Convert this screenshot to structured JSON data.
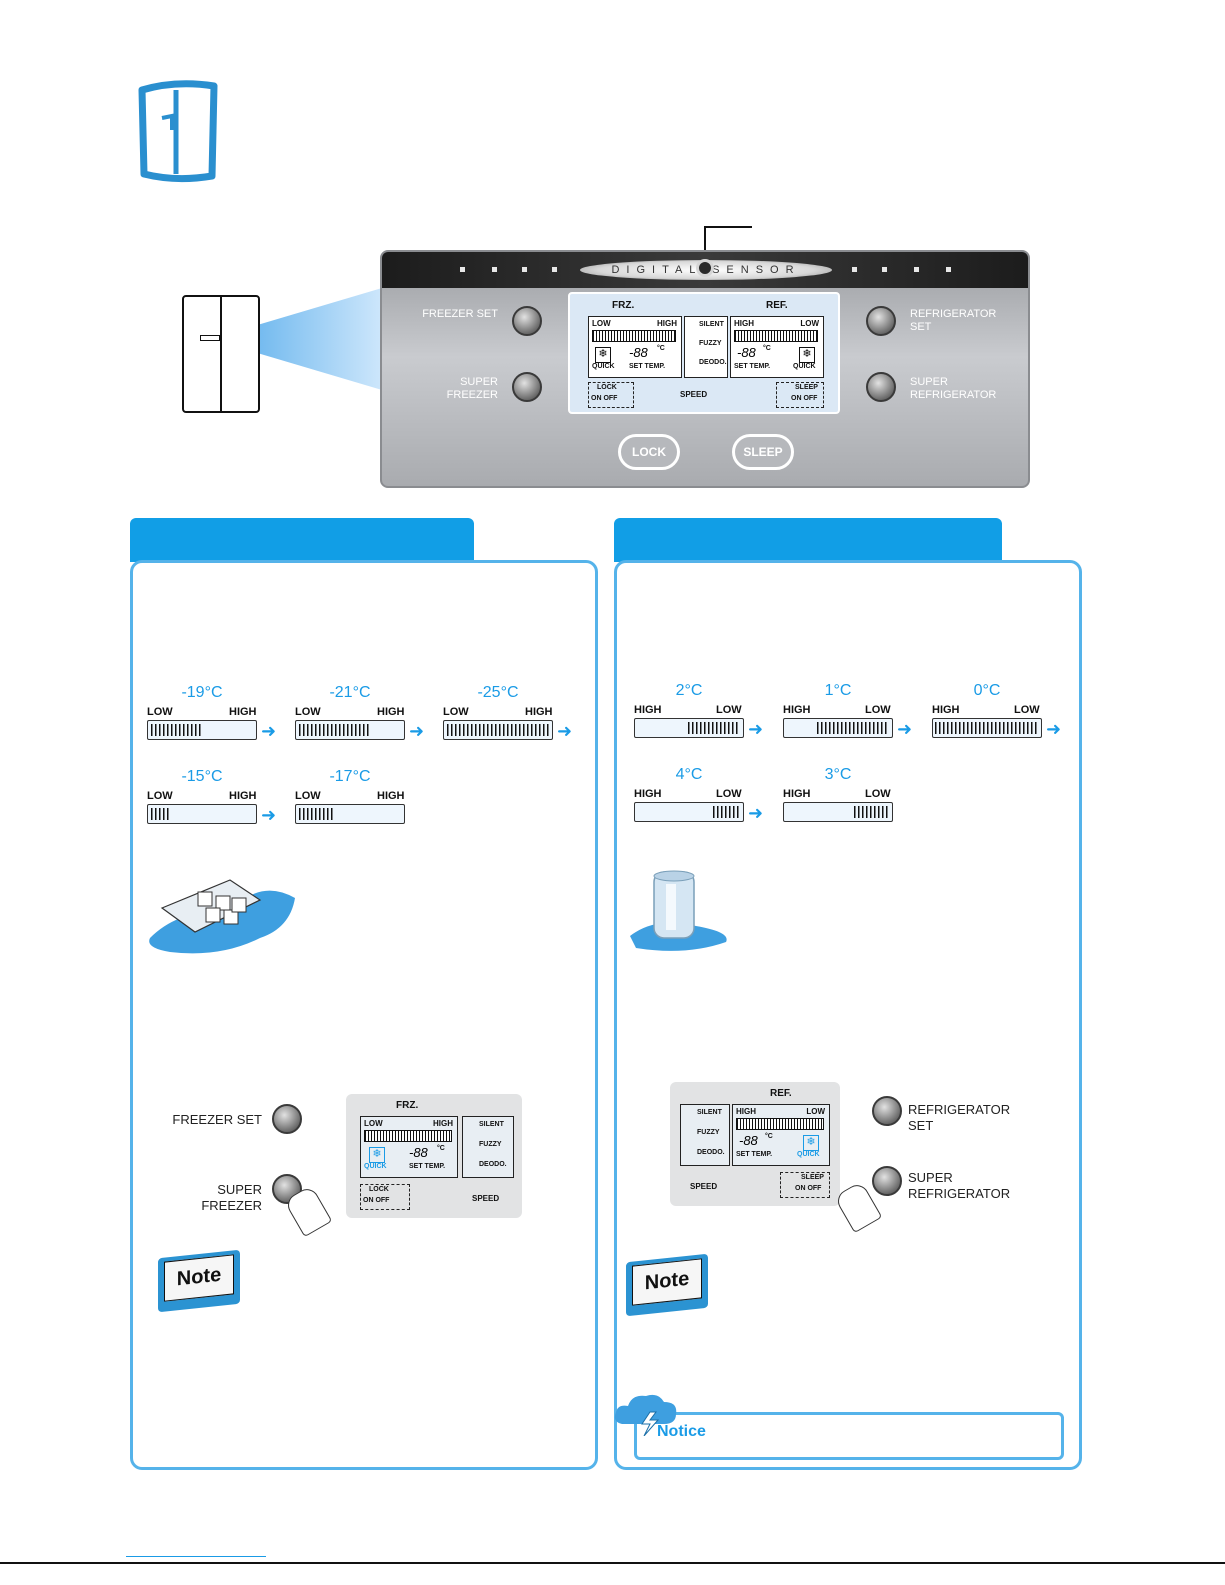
{
  "panel": {
    "sensor_label": "DIGITAL   SENSOR",
    "freezer_set": "FREEZER SET",
    "super_freezer": "SUPER FREEZER",
    "refrigerator_set": "REFRIGERATOR SET",
    "super_refrigerator": "SUPER REFRIGERATOR",
    "lock": "LOCK",
    "sleep": "SLEEP",
    "lcd": {
      "frz": "FRZ.",
      "ref": "REF.",
      "low": "LOW",
      "high": "HIGH",
      "silent": "SILENT",
      "fuzzy": "FUZZY",
      "deodo": "DEODO.",
      "quick": "QUICK",
      "temp": "-88",
      "unit": "°C",
      "set_temp": "SET TEMP.",
      "lock_label": "LOCK",
      "on_off": "ON OFF",
      "speed": "SPEED",
      "sleep_label": "SLEEP"
    }
  },
  "freezer_section": {
    "steps_row1": [
      {
        "temp": "-19°C",
        "low": "LOW",
        "high": "HIGH",
        "level": 0.5
      },
      {
        "temp": "-21°C",
        "low": "LOW",
        "high": "HIGH",
        "level": 0.7
      },
      {
        "temp": "-25°C",
        "low": "LOW",
        "high": "HIGH",
        "level": 1.0
      }
    ],
    "steps_row2": [
      {
        "temp": "-15°C",
        "low": "LOW",
        "high": "HIGH",
        "level": 0.2
      },
      {
        "temp": "-17°C",
        "low": "LOW",
        "high": "HIGH",
        "level": 0.35
      }
    ],
    "freezer_set": "FREEZER SET",
    "super_freezer": "SUPER FREEZER",
    "lcd": {
      "frz": "FRZ.",
      "low": "LOW",
      "high": "HIGH",
      "quick": "QUICK",
      "temp": "-88",
      "unit": "°C",
      "set_temp": "SET TEMP.",
      "silent": "SILENT",
      "fuzzy": "FUZZY",
      "deodo": "DEODO.",
      "lock": "LOCK",
      "on_off": "ON OFF",
      "speed": "SPEED"
    },
    "note": "Note"
  },
  "fridge_section": {
    "steps_row1": [
      {
        "temp": "2°C",
        "high": "HIGH",
        "low": "LOW",
        "level": 0.5
      },
      {
        "temp": "1°C",
        "high": "HIGH",
        "low": "LOW",
        "level": 0.7
      },
      {
        "temp": "0°C",
        "high": "HIGH",
        "low": "LOW",
        "level": 1.0
      }
    ],
    "steps_row2": [
      {
        "temp": "4°C",
        "high": "HIGH",
        "low": "LOW",
        "level": 0.25
      },
      {
        "temp": "3°C",
        "high": "HIGH",
        "low": "LOW",
        "level": 0.33
      }
    ],
    "refrigerator_set": "REFRIGERATOR SET",
    "super_refrigerator": "SUPER REFRIGERATOR",
    "lcd": {
      "ref": "REF.",
      "high": "HIGH",
      "low": "LOW",
      "quick": "QUICK",
      "temp": "-88",
      "unit": "°C",
      "set_temp": "SET TEMP.",
      "silent": "SILENT",
      "fuzzy": "FUZZY",
      "deodo": "DEODO.",
      "sleep": "SLEEP",
      "on_off": "ON OFF",
      "speed": "SPEED"
    },
    "note": "Note",
    "notice": "Notice"
  }
}
